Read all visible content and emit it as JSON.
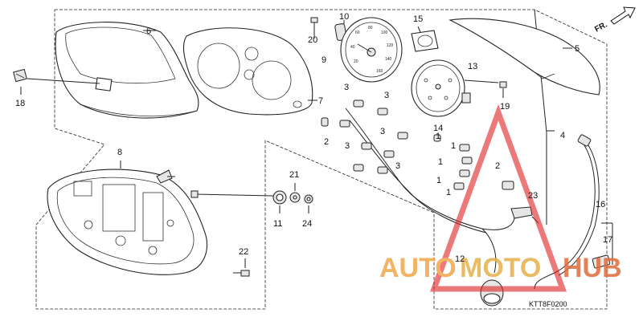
{
  "diagram": {
    "drawing_code": "KTT8F0200",
    "front_arrow_label": "FR.",
    "watermark": {
      "left": "AUTO",
      "middle": "MOTO",
      "right": "HUB"
    },
    "speedometer_ticks": [
      "20",
      "40",
      "60",
      "80",
      "100",
      "120",
      "140",
      "160"
    ],
    "callouts": [
      {
        "id": "c1a",
        "label": "1"
      },
      {
        "id": "c1b",
        "label": "1"
      },
      {
        "id": "c1c",
        "label": "1"
      },
      {
        "id": "c1d",
        "label": "1"
      },
      {
        "id": "c1e",
        "label": "1"
      },
      {
        "id": "c2a",
        "label": "2"
      },
      {
        "id": "c2b",
        "label": "2"
      },
      {
        "id": "c3a",
        "label": "3"
      },
      {
        "id": "c3b",
        "label": "3"
      },
      {
        "id": "c3c",
        "label": "3"
      },
      {
        "id": "c3d",
        "label": "3"
      },
      {
        "id": "c3e",
        "label": "3"
      },
      {
        "id": "c4",
        "label": "4"
      },
      {
        "id": "c5",
        "label": "5"
      },
      {
        "id": "c6",
        "label": "6"
      },
      {
        "id": "c7",
        "label": "7"
      },
      {
        "id": "c8",
        "label": "8"
      },
      {
        "id": "c9",
        "label": "9"
      },
      {
        "id": "c10",
        "label": "10"
      },
      {
        "id": "c11",
        "label": "11"
      },
      {
        "id": "c12",
        "label": "12"
      },
      {
        "id": "c13",
        "label": "13"
      },
      {
        "id": "c14",
        "label": "14"
      },
      {
        "id": "c15",
        "label": "15"
      },
      {
        "id": "c16",
        "label": "16"
      },
      {
        "id": "c17",
        "label": "17"
      },
      {
        "id": "c18",
        "label": "18"
      },
      {
        "id": "c19",
        "label": "19"
      },
      {
        "id": "c20",
        "label": "20"
      },
      {
        "id": "c21",
        "label": "21"
      },
      {
        "id": "c22",
        "label": "22"
      },
      {
        "id": "c23",
        "label": "23"
      },
      {
        "id": "c24",
        "label": "24"
      }
    ]
  }
}
